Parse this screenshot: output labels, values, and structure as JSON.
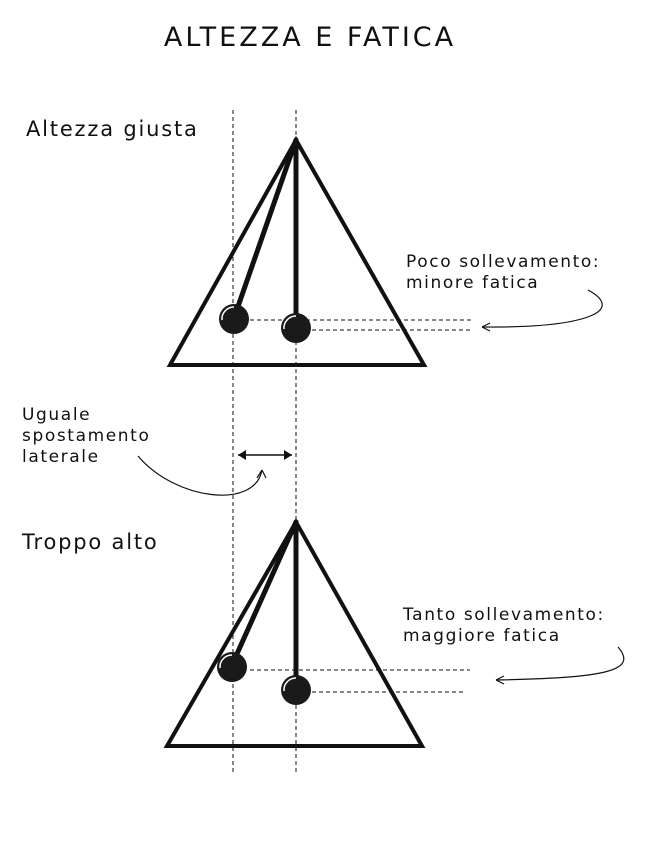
{
  "title": "ALTEZZA E FATICA",
  "sections": {
    "correct_height": {
      "label": "Altezza giusta",
      "note_line1": "Poco sollevamento:",
      "note_line2": "minore fatica"
    },
    "too_high": {
      "label": "Troppo alto",
      "note_line1": "Tanto sollevamento:",
      "note_line2": "maggiore fatica"
    }
  },
  "center_note": {
    "line1": "Uguale",
    "line2": "spostamento",
    "line3": "laterale"
  },
  "colors": {
    "ink": "#111111",
    "ball": "#1a1a1a",
    "background": "#ffffff"
  }
}
